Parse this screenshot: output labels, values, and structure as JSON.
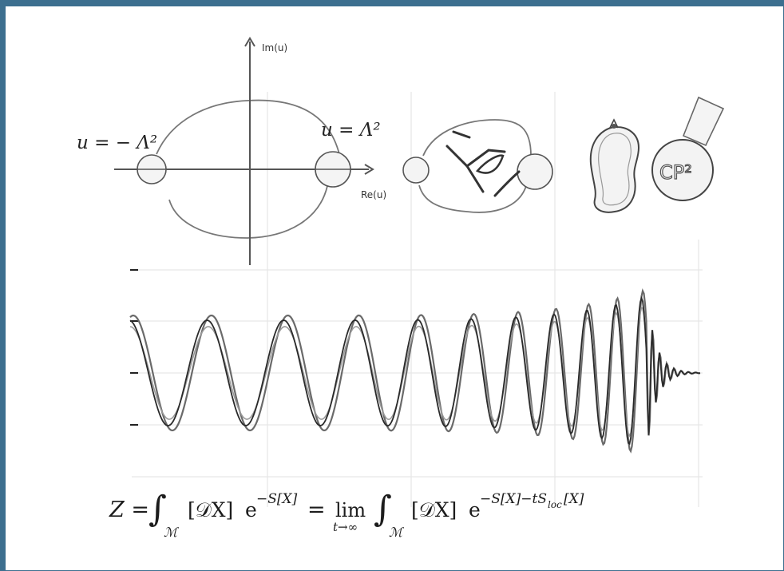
{
  "diagram": {
    "axis_labels": {
      "imaginary": "Im(u)",
      "real": "Re(u)"
    },
    "points": {
      "left": "u = − Λ²",
      "right": "u = Λ²"
    },
    "surface_label": "CP²",
    "formula": {
      "lhs": "Z =",
      "integral_sub": "ℳ",
      "measure": "[𝒟X]",
      "exp_base": "e",
      "exp1": "−S[X]",
      "equals": "=",
      "lim": "lim",
      "lim_sub": "t→∞",
      "exp2": "−S[X]−tS",
      "exp2_sub": "loc",
      "exp2_tail": "[X]"
    },
    "colors": {
      "frame": "#3d6f8f",
      "line": "#555555",
      "grid": "#e4e4e4"
    }
  }
}
